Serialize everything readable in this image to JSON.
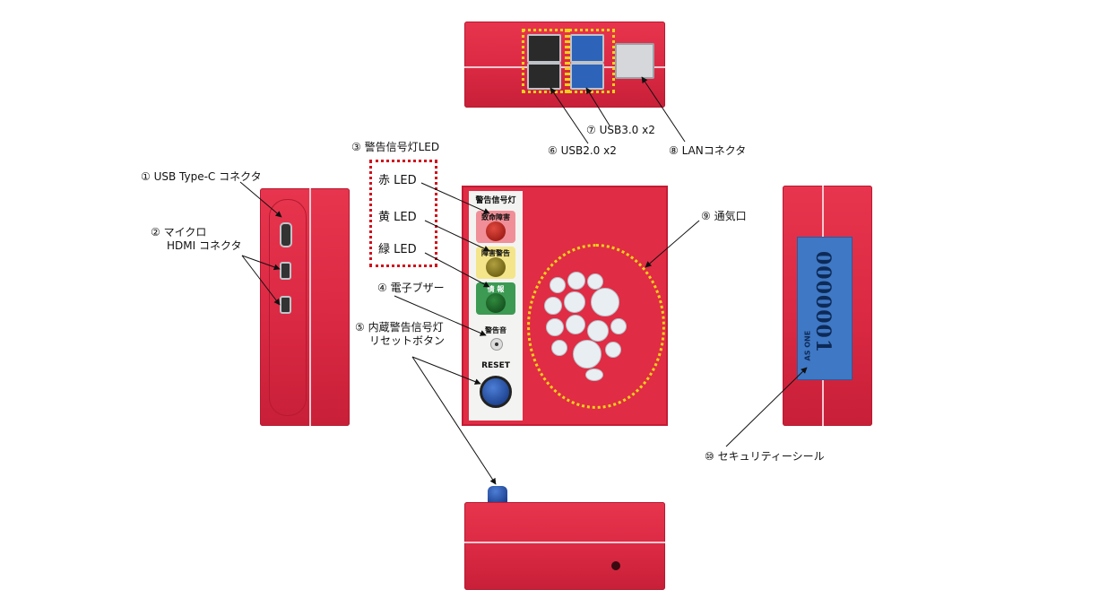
{
  "callouts": {
    "c1": "① USB Type-C コネクタ",
    "c2_line1": "② マイクロ",
    "c2_line2": "HDMI コネクタ",
    "c3": "③ 警告信号灯LED",
    "c3_red": "赤 LED",
    "c3_yellow": "黄 LED",
    "c3_green": "緑 LED",
    "c4": "④ 電子ブザー",
    "c5_line1": "⑤ 内蔵警告信号灯",
    "c5_line2": "リセットボタン",
    "c6": "⑥ USB2.0 x2",
    "c7": "⑦ USB3.0 x2",
    "c8": "⑧ LANコネクタ",
    "c9": "⑨ 通気口",
    "c10": "⑩ セキュリティーシール"
  },
  "panel": {
    "header": "警告信号灯",
    "red_lamp": "致命障害",
    "yellow_lamp": "障害警告",
    "green_lamp": "情 報",
    "buzzer": "警告音",
    "reset": "RESET"
  },
  "seal": {
    "brand": "AS ONE",
    "serial": "0000001"
  },
  "colors": {
    "device_red": "#dc2a44",
    "highlight_yellow": "#f2d21a",
    "highlight_red": "#d0101c",
    "usb3_blue": "#2d63b8",
    "seal_blue": "#3f78c4"
  }
}
